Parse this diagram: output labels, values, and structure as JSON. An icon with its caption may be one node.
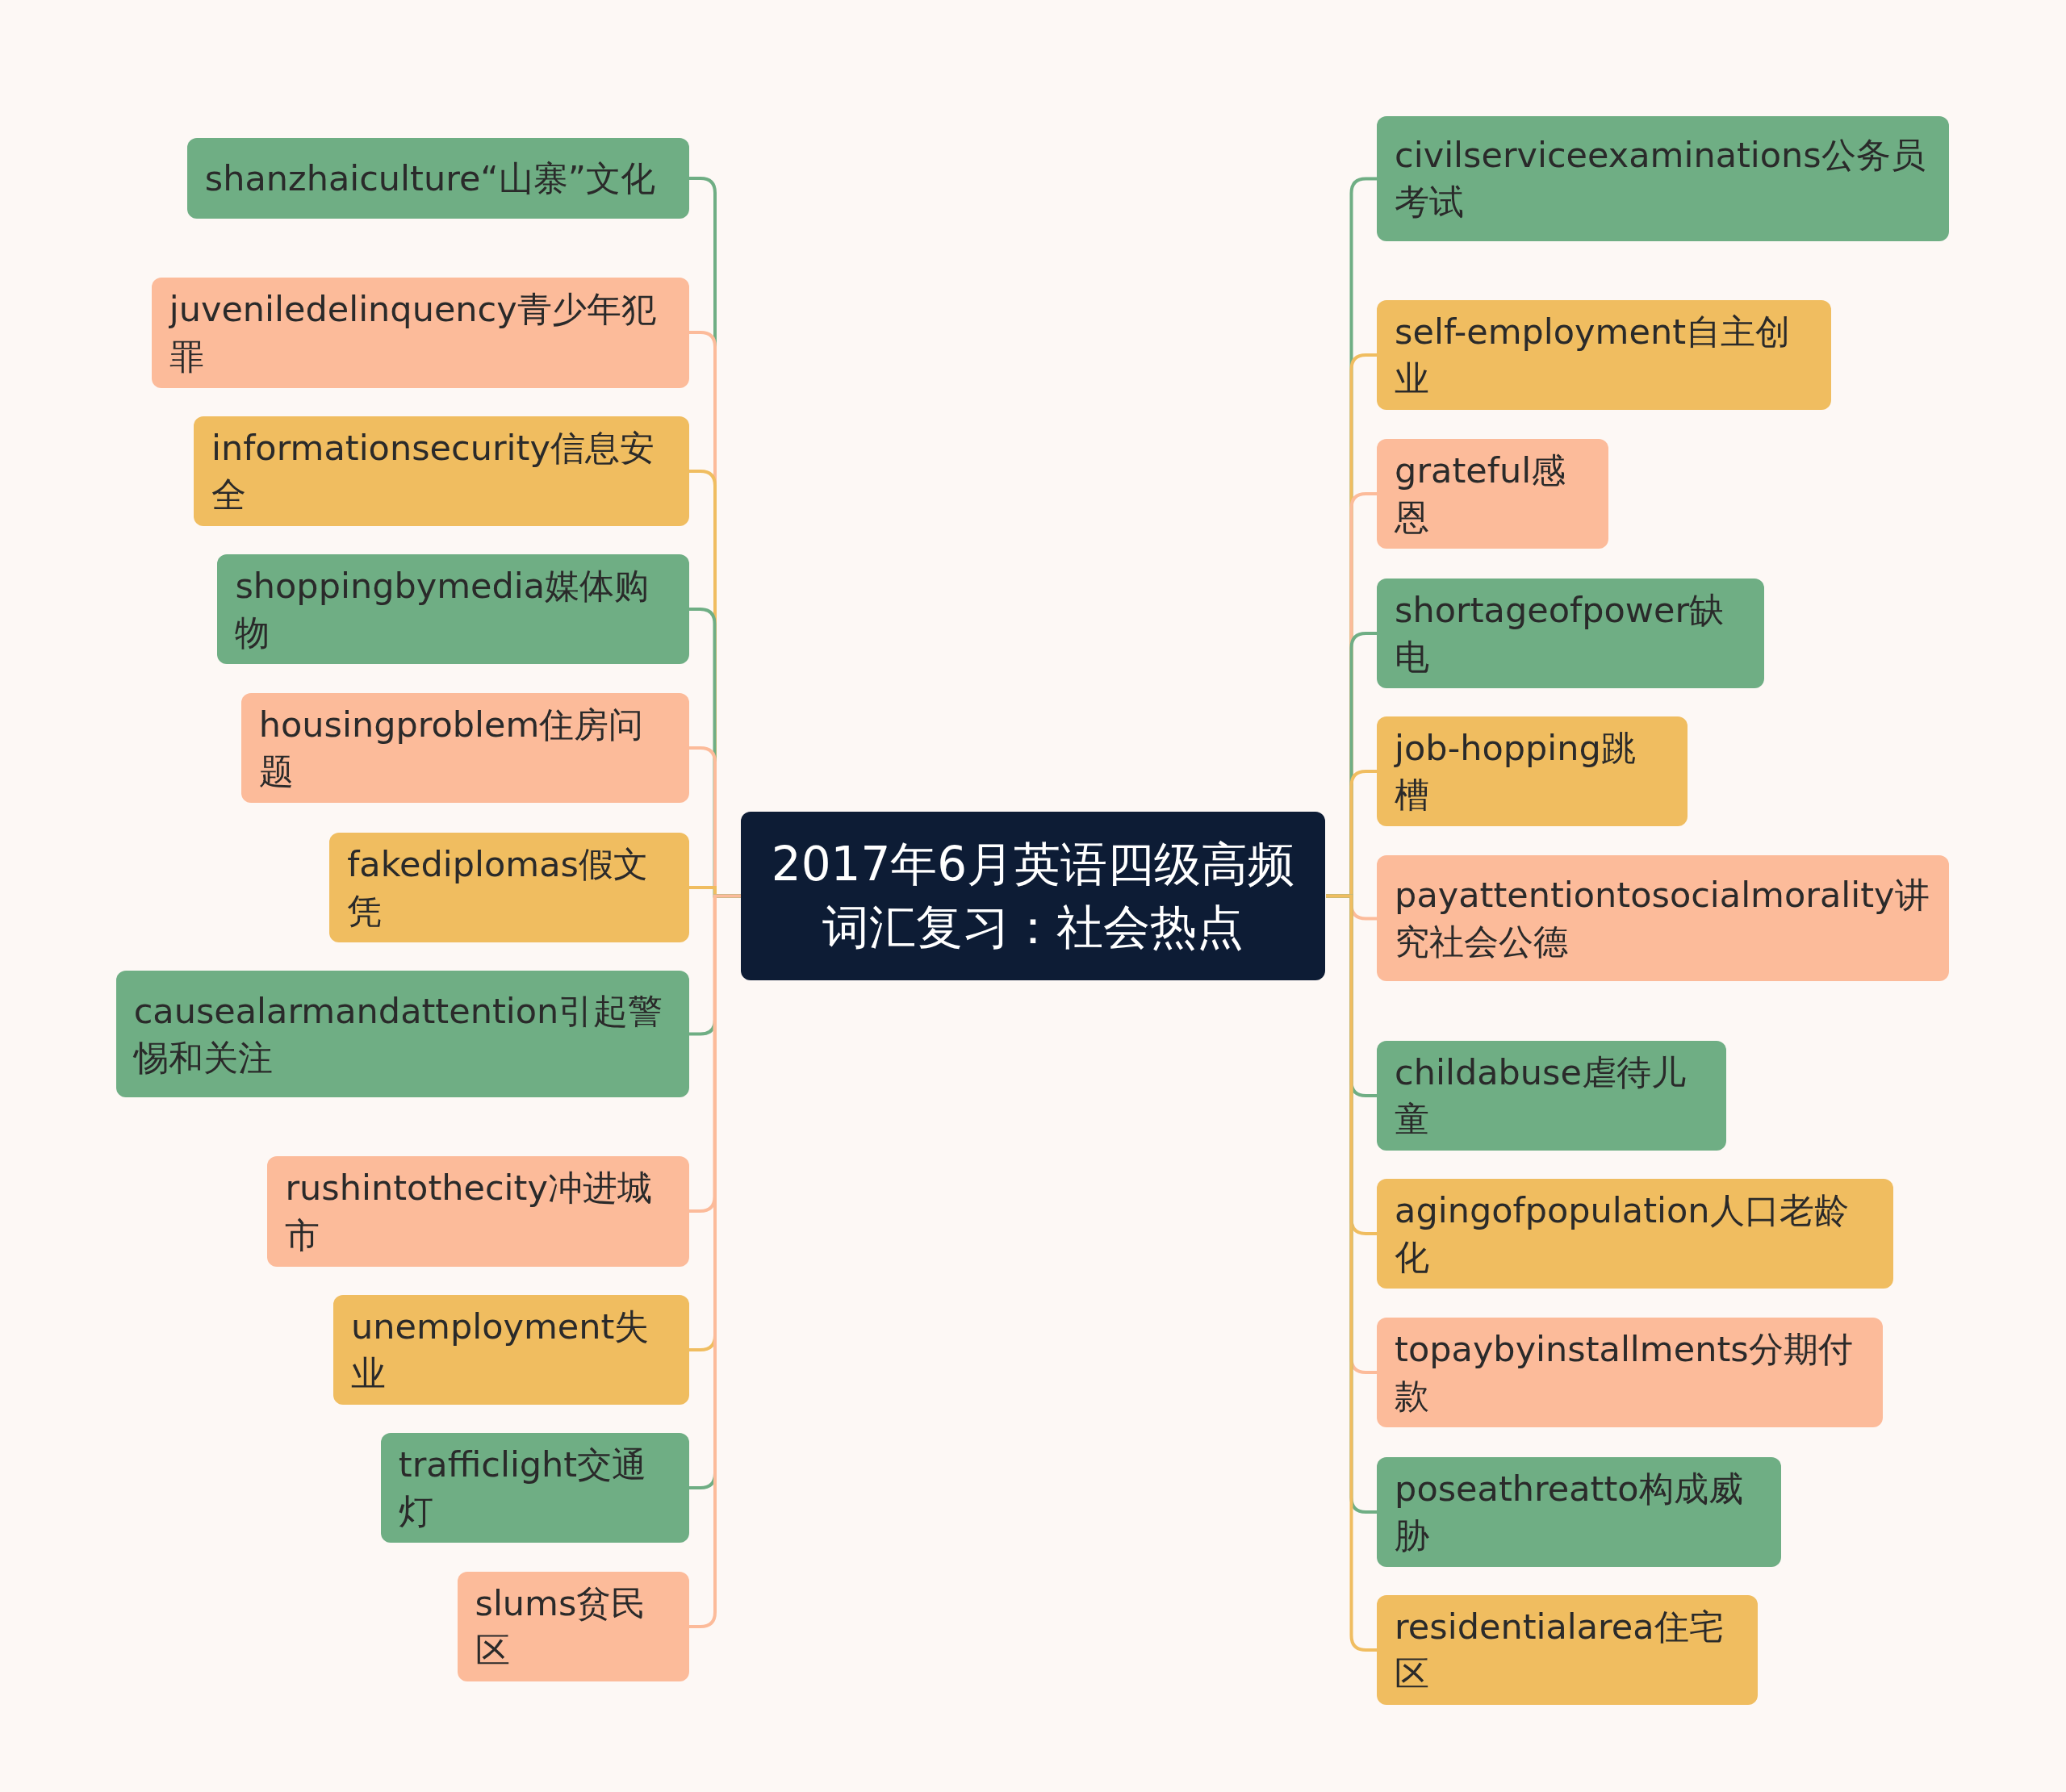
{
  "diagram": {
    "nodes": [
      {
        "text": [
          "2017年6月英语四级高频词汇复习：社会热点"
        ]
      },
      {
        "text": [
          "shanzhaiculture“山寨”文化"
        ]
      },
      {
        "text": [
          "juveniledelinquency青少年犯罪"
        ]
      },
      {
        "text": [
          "informationsecurity信息安全"
        ]
      },
      {
        "text": [
          "shoppingbymedia媒体购物"
        ]
      },
      {
        "text": [
          "housingproblem住房问题"
        ]
      },
      {
        "text": [
          "fakediplomas假文凭"
        ]
      },
      {
        "text": [
          "causealarmandattention引起警惕和关注"
        ]
      },
      {
        "text": [
          "rushintothecity冲进城市"
        ]
      },
      {
        "text": [
          "unemployment失业"
        ]
      },
      {
        "text": [
          "trafficlight交通灯"
        ]
      },
      {
        "text": [
          "slums贫民区"
        ]
      },
      {
        "text": [
          "civilserviceexaminations公务员考试"
        ]
      },
      {
        "text": [
          "self-employment自主创业"
        ]
      },
      {
        "text": [
          "grateful感恩"
        ]
      },
      {
        "text": [
          "shortageofpower缺电"
        ]
      },
      {
        "text": [
          "job-hopping跳槽"
        ]
      },
      {
        "text": [
          "payattentiontosocialmorality讲究社会公德"
        ]
      },
      {
        "text": [
          "childabuse虐待儿童"
        ]
      },
      {
        "text": [
          "agingofpopulation人口老龄化"
        ]
      },
      {
        "text": [
          "topaybyinstallments分期付款"
        ]
      },
      {
        "text": [
          "poseathreatto构成威胁"
        ]
      },
      {
        "text": [
          "residentialarea住宅区"
        ]
      }
    ],
    "edges": [
      {
        "from": 0,
        "to": 1,
        "arrow": "none",
        "color": "#6fae84"
      },
      {
        "from": 0,
        "to": 2,
        "arrow": "none",
        "color": "#fcbb9a"
      },
      {
        "from": 0,
        "to": 3,
        "arrow": "none",
        "color": "#f0bd60"
      },
      {
        "from": 0,
        "to": 4,
        "arrow": "none",
        "color": "#6fae84"
      },
      {
        "from": 0,
        "to": 5,
        "arrow": "none",
        "color": "#fcbb9a"
      },
      {
        "from": 0,
        "to": 6,
        "arrow": "none",
        "color": "#f0bd60"
      },
      {
        "from": 0,
        "to": 7,
        "arrow": "none",
        "color": "#6fae84"
      },
      {
        "from": 0,
        "to": 8,
        "arrow": "none",
        "color": "#fcbb9a"
      },
      {
        "from": 0,
        "to": 9,
        "arrow": "none",
        "color": "#f0bd60"
      },
      {
        "from": 0,
        "to": 10,
        "arrow": "none",
        "color": "#6fae84"
      },
      {
        "from": 0,
        "to": 11,
        "arrow": "none",
        "color": "#fcbb9a"
      },
      {
        "from": 0,
        "to": 12,
        "arrow": "none",
        "color": "#6fae84"
      },
      {
        "from": 0,
        "to": 13,
        "arrow": "none",
        "color": "#f0bd60"
      },
      {
        "from": 0,
        "to": 14,
        "arrow": "none",
        "color": "#fcbb9a"
      },
      {
        "from": 0,
        "to": 15,
        "arrow": "none",
        "color": "#6fae84"
      },
      {
        "from": 0,
        "to": 16,
        "arrow": "none",
        "color": "#f0bd60"
      },
      {
        "from": 0,
        "to": 17,
        "arrow": "none",
        "color": "#fcbb9a"
      },
      {
        "from": 0,
        "to": 18,
        "arrow": "none",
        "color": "#6fae84"
      },
      {
        "from": 0,
        "to": 19,
        "arrow": "none",
        "color": "#f0bd60"
      },
      {
        "from": 0,
        "to": 20,
        "arrow": "none",
        "color": "#fcbb9a"
      },
      {
        "from": 0,
        "to": 21,
        "arrow": "none",
        "color": "#6fae84"
      },
      {
        "from": 0,
        "to": 22,
        "arrow": "none",
        "color": "#f0bd60"
      }
    ]
  }
}
